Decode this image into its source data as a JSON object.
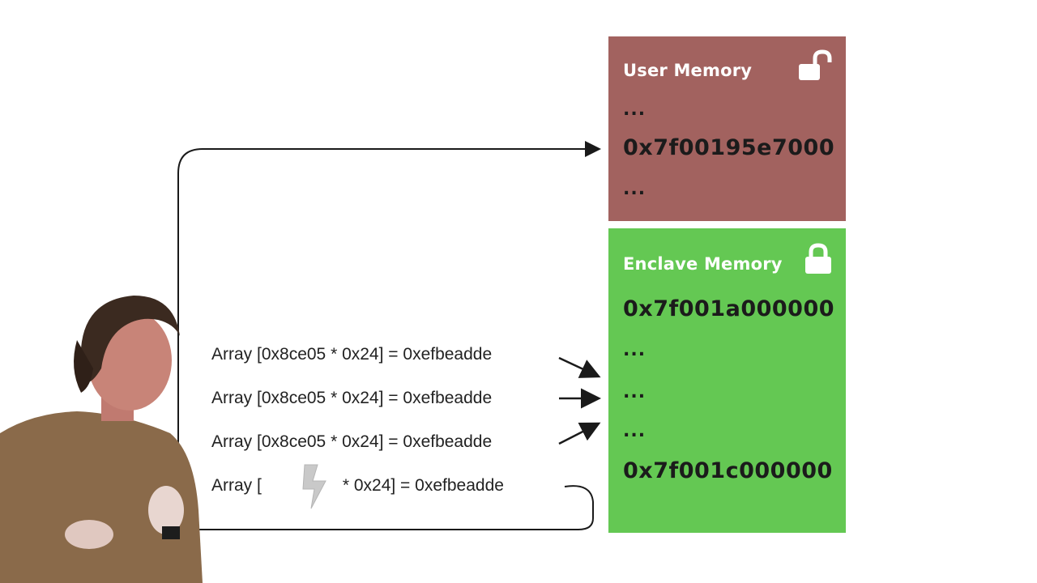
{
  "user_memory": {
    "title": "User Memory",
    "lines": [
      "...",
      "0x7f00195e7000",
      "..."
    ],
    "icon": "unlocked-padlock-icon",
    "color": "#a2625f"
  },
  "enclave_memory": {
    "title": "Enclave Memory",
    "lines": [
      "0x7f001a000000",
      "...",
      "...",
      "...",
      "0x7f001c000000"
    ],
    "icon": "locked-padlock-icon",
    "color": "#64c853"
  },
  "array_lines": [
    "Array [0x8ce05 * 0x24] = 0xefbeadde",
    "Array [0x8ce05 * 0x24] = 0xefbeadde",
    "Array [0x8ce05 * 0x24] = 0xefbeadde"
  ],
  "faulted_line": {
    "prefix": "Array [",
    "suffix": "* 0x24] = 0xefbeadde",
    "icon": "lightning-bolt-icon"
  }
}
